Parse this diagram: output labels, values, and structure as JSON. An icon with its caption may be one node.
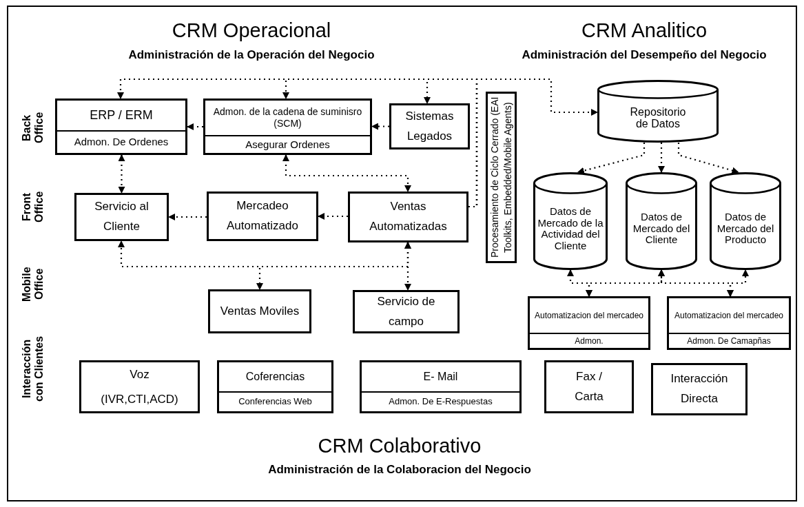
{
  "diagram": {
    "nodes": [
      {
        "text": [
          "ERP / ERM",
          "Admon. De Ordenes"
        ]
      },
      {
        "text": [
          "Admon. de la cadena de suminisro (SCM)",
          "Asegurar Ordenes"
        ]
      },
      {
        "text": [
          "Sistemas Legados"
        ]
      },
      {
        "text": [
          "Procesamiento de Ciclo Cerrado (EAI Toolkits, Embedded/Mobile Agents)"
        ]
      },
      {
        "text": [
          "Repositorio de Datos"
        ]
      },
      {
        "text": [
          "Datos de Mercado de la Actividad del Cliente"
        ]
      },
      {
        "text": [
          "Datos de Mercado del Cliente"
        ]
      },
      {
        "text": [
          "Datos de Mercado del Producto"
        ]
      },
      {
        "text": [
          "Servicio al Cliente"
        ]
      },
      {
        "text": [
          "Mercadeo Automatizado"
        ]
      },
      {
        "text": [
          "Ventas Automatizadas"
        ]
      },
      {
        "text": [
          "Ventas Moviles"
        ]
      },
      {
        "text": [
          "Servicio de campo"
        ]
      },
      {
        "text": [
          "Automatizacion del mercadeo",
          "Admon."
        ]
      },
      {
        "text": [
          "Automatizacion del mercadeo",
          "Admon. De Camapñas"
        ]
      },
      {
        "text": [
          "Voz",
          "(IVR,CTI,ACD)"
        ]
      },
      {
        "text": [
          "Coferencias",
          "Conferencias Web"
        ]
      },
      {
        "text": [
          "E- Mail",
          "Admon. De E-Respuestas"
        ]
      },
      {
        "text": [
          "Fax / Carta"
        ]
      },
      {
        "text": [
          "Interacción Directa"
        ]
      }
    ],
    "edges": [
      {
        "from": 10,
        "to": 0,
        "arrow": "to"
      },
      {
        "from": 10,
        "to": 1,
        "arrow": "to"
      },
      {
        "from": 10,
        "to": 2,
        "arrow": "to"
      },
      {
        "from": 10,
        "to": 4,
        "arrow": "to"
      },
      {
        "from": 2,
        "to": 1,
        "arrow": "to"
      },
      {
        "from": 1,
        "to": 0,
        "arrow": "to"
      },
      {
        "from": 0,
        "to": 8,
        "arrow": "both"
      },
      {
        "from": 1,
        "to": 10,
        "arrow": "both"
      },
      {
        "from": 10,
        "to": 9,
        "arrow": "to"
      },
      {
        "from": 9,
        "to": 8,
        "arrow": "to"
      },
      {
        "from": 10,
        "to": 8,
        "arrow": "both"
      },
      {
        "from": 10,
        "to": 11,
        "arrow": "to"
      },
      {
        "from": 10,
        "to": 12,
        "arrow": "both"
      },
      {
        "from": 4,
        "to": 5,
        "arrow": "to"
      },
      {
        "from": 4,
        "to": 6,
        "arrow": "to"
      },
      {
        "from": 4,
        "to": 7,
        "arrow": "to"
      },
      {
        "from": 13,
        "to": 5,
        "arrow": "both"
      },
      {
        "from": 13,
        "to": 6,
        "arrow": "both"
      },
      {
        "from": 14,
        "to": 7,
        "arrow": "both"
      },
      {
        "from": 14,
        "to": 6,
        "arrow": "both"
      }
    ],
    "labels": [
      "CRM Operacional",
      "CRM Analitico",
      "Administración de la Operación del Negocio",
      "Administración del Desempeño del Negocio",
      "Back Office",
      "Front Office",
      "Mobile Office",
      "Interacción con Clientes",
      "CRM Colaborativo",
      "Administración de la Colaboracion del Negocio"
    ]
  }
}
